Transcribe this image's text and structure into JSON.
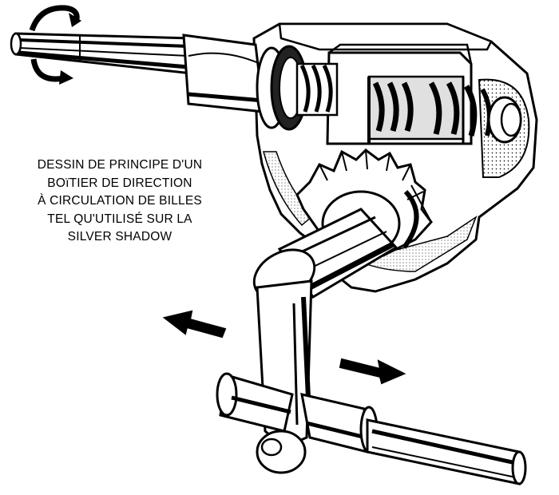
{
  "caption": {
    "lines": [
      "DESSIN DE PRINCIPE D'UN",
      "BOïTIER DE DIRECTION",
      "À CIRCULATION DE BILLES",
      "TEL QU'UTILISÉ SUR LA",
      "SILVER SHADOW"
    ]
  },
  "colors": {
    "ink": "#000000",
    "paper": "#ffffff",
    "shade": "#d8d8d8"
  },
  "parts": [
    "rotation-arrow-icon",
    "steering-shaft",
    "worm-gear",
    "gearbox-housing",
    "sector-gear",
    "sector-shaft",
    "drop-arm",
    "drag-link",
    "left-arrow-icon",
    "right-arrow-icon"
  ]
}
